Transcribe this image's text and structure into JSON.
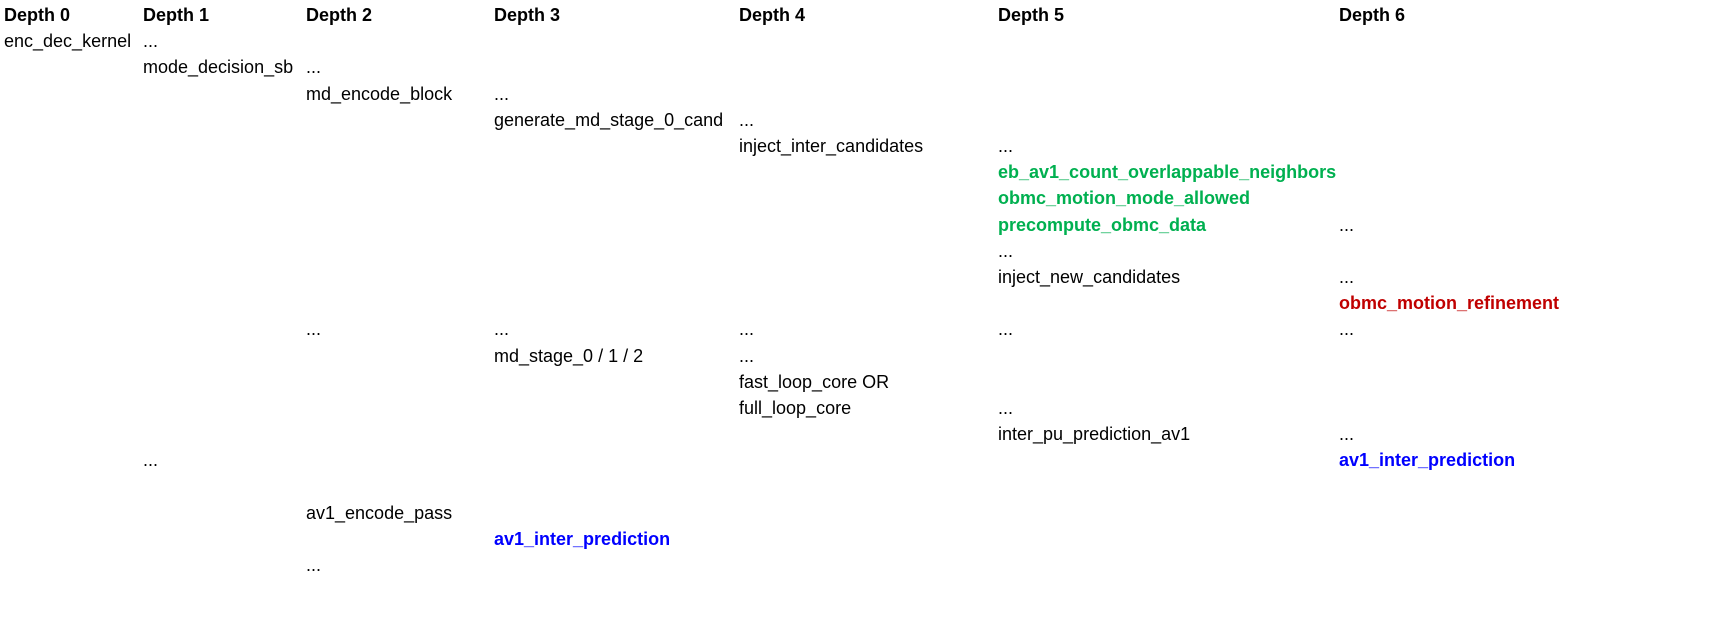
{
  "headers": [
    "Depth 0",
    "Depth 1",
    "Depth 2",
    "Depth 3",
    "Depth 4",
    "Depth 5",
    "Depth 6"
  ],
  "colors": {
    "normal": "#000000",
    "green": "#00b050",
    "red": "#c00000",
    "blue": "#0000ff"
  },
  "entries": [
    {
      "text": "enc_dec_kernel",
      "depth": 0,
      "row": 1
    },
    {
      "text": "...",
      "depth": 1,
      "row": 1
    },
    {
      "text": "mode_decision_sb",
      "depth": 1,
      "row": 2
    },
    {
      "text": "...",
      "depth": 2,
      "row": 2
    },
    {
      "text": "md_encode_block",
      "depth": 2,
      "row": 3
    },
    {
      "text": "...",
      "depth": 3,
      "row": 3
    },
    {
      "text": "generate_md_stage_0_cand",
      "depth": 3,
      "row": 4
    },
    {
      "text": "...",
      "depth": 4,
      "row": 4
    },
    {
      "text": "inject_inter_candidates",
      "depth": 4,
      "row": 5
    },
    {
      "text": "...",
      "depth": 5,
      "row": 5
    },
    {
      "text": "eb_av1_count_overlappable_neighbors",
      "depth": 5,
      "row": 6,
      "style": "green"
    },
    {
      "text": "obmc_motion_mode_allowed",
      "depth": 5,
      "row": 7,
      "style": "green"
    },
    {
      "text": "precompute_obmc_data",
      "depth": 5,
      "row": 8,
      "style": "green"
    },
    {
      "text": "...",
      "depth": 6,
      "row": 8
    },
    {
      "text": "...",
      "depth": 5,
      "row": 9
    },
    {
      "text": "inject_new_candidates",
      "depth": 5,
      "row": 10
    },
    {
      "text": "...",
      "depth": 6,
      "row": 10
    },
    {
      "text": "obmc_motion_refinement",
      "depth": 6,
      "row": 11,
      "style": "red"
    },
    {
      "text": "...",
      "depth": 2,
      "row": 12
    },
    {
      "text": "...",
      "depth": 3,
      "row": 12
    },
    {
      "text": "...",
      "depth": 4,
      "row": 12
    },
    {
      "text": "...",
      "depth": 5,
      "row": 12
    },
    {
      "text": "...",
      "depth": 6,
      "row": 12
    },
    {
      "text": "md_stage_0 / 1 / 2",
      "depth": 3,
      "row": 13
    },
    {
      "text": "...",
      "depth": 4,
      "row": 13
    },
    {
      "text": "fast_loop_core OR",
      "depth": 4,
      "row": 14
    },
    {
      "text": "full_loop_core",
      "depth": 4,
      "row": 15
    },
    {
      "text": "...",
      "depth": 5,
      "row": 15
    },
    {
      "text": "inter_pu_prediction_av1",
      "depth": 5,
      "row": 16
    },
    {
      "text": "...",
      "depth": 6,
      "row": 16
    },
    {
      "text": "av1_inter_prediction",
      "depth": 6,
      "row": 17,
      "style": "blue"
    },
    {
      "text": "...",
      "depth": 1,
      "row": 17
    },
    {
      "text": "av1_encode_pass",
      "depth": 2,
      "row": 19
    },
    {
      "text": "av1_inter_prediction",
      "depth": 3,
      "row": 20,
      "style": "blue"
    },
    {
      "text": "...",
      "depth": 2,
      "row": 21
    }
  ]
}
